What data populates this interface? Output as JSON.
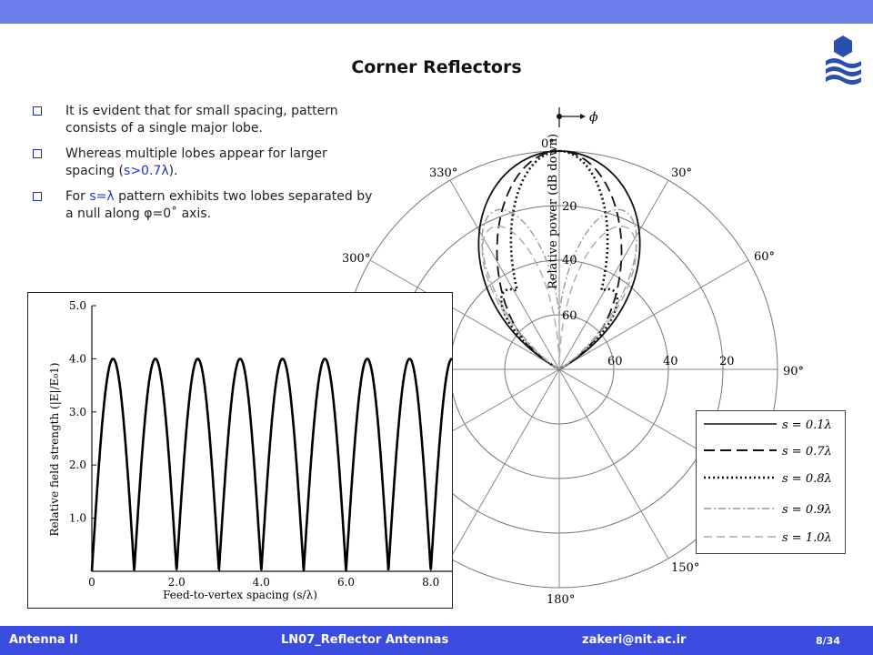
{
  "slide": {
    "title": "Corner Reflectors",
    "bullets": [
      {
        "parts": [
          "It is evident that for small spacing, pattern consists of a single major lobe."
        ]
      },
      {
        "parts": [
          "Whereas multiple lobes appear for larger spacing (",
          "s>0.7λ",
          ")."
        ]
      },
      {
        "parts": [
          "For ",
          "s=λ",
          " pattern exhibits two lobes separated by a null along φ=0˚ axis."
        ]
      }
    ]
  },
  "footer": {
    "course": "Antenna II",
    "lecture": "LN07_Reflector Antennas",
    "email": "zakeri@nit.ac.ir",
    "page": "8/34"
  },
  "colors": {
    "top_bar": "#6b7de8",
    "bottom_bar": "#3a4de0",
    "bullet_mark": "#1a2aa8",
    "accent_text": "#2233cc"
  },
  "chart_data": [
    {
      "type": "line",
      "xlabel": "Feed-to-vertex spacing (s/λ)",
      "ylabel": "Relative field strength (|E|/E₀1)",
      "xlim": [
        0,
        8.5
      ],
      "ylim": [
        0,
        5
      ],
      "xticks": [
        "0",
        "2.0",
        "4.0",
        "6.0",
        "8.0"
      ],
      "yticks": [
        "1.0",
        "2.0",
        "3.0",
        "4.0",
        "5.0"
      ],
      "series": [
        {
          "description": "|sin-type| oscillation between 0 and 4.0",
          "x": [
            0,
            0.5,
            1.0,
            1.5,
            2.0,
            2.5,
            3.0,
            3.5,
            4.0,
            4.5,
            5.0,
            5.5,
            6.0,
            6.5,
            7.0,
            7.5,
            8.0,
            8.5
          ],
          "y": [
            0,
            4.0,
            0,
            4.0,
            0,
            4.0,
            0,
            4.0,
            0,
            4.0,
            0,
            4.0,
            0,
            4.0,
            0,
            4.0,
            0,
            4.0
          ]
        }
      ]
    },
    {
      "type": "polar",
      "angle_labels": [
        "0°",
        "30°",
        "60°",
        "90°",
        "150°",
        "180°",
        "300°",
        "330°",
        "ϕ"
      ],
      "radial_label": "Relative power (dB down)",
      "radial_ticks": [
        "20",
        "40",
        "60"
      ],
      "horizontal_ticks": [
        "60",
        "40",
        "20"
      ],
      "legend": [
        {
          "label": "s = 0.1λ",
          "style": "solid"
        },
        {
          "label": "s = 0.7λ",
          "style": "dashed"
        },
        {
          "label": "s = 0.8λ",
          "style": "dotted"
        },
        {
          "label": "s = 0.9λ",
          "style": "dash-dot gray"
        },
        {
          "label": "s = 1.0λ",
          "style": "dashed gray"
        }
      ]
    }
  ]
}
